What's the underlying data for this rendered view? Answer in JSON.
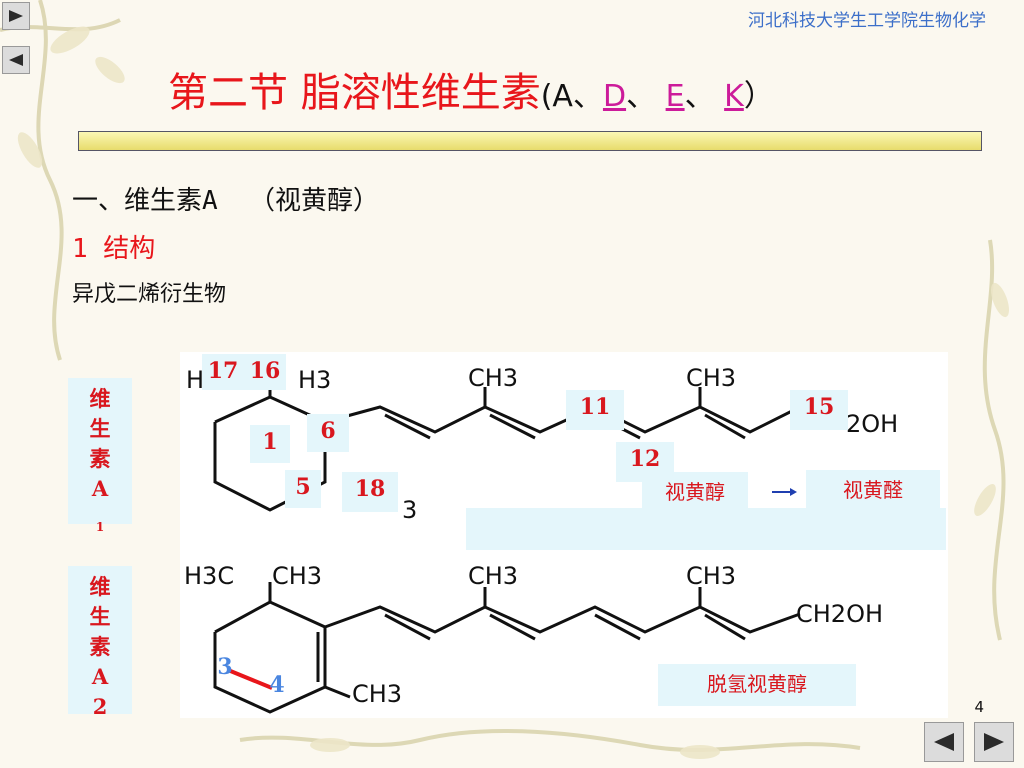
{
  "header": {
    "school": "河北科技大学生工学院生物化学"
  },
  "title": {
    "main": "第二节 脂溶性维生素",
    "open": "(A、",
    "link_d": "D",
    "sep1": "、",
    "link_e": "E",
    "sep2": "、",
    "link_k": "K",
    "close": "）"
  },
  "section": {
    "heading": "一、维生素A  （视黄醇）",
    "subheading": "1 结构",
    "desc": "异戊二烯衍生物"
  },
  "labels": {
    "a1_text": "维生素A",
    "a1_sub": "1",
    "a2_text": "维生素A2"
  },
  "numbers": [
    "17",
    "16",
    "1",
    "6",
    "5",
    "18",
    "11",
    "12",
    "15",
    "3",
    "4"
  ],
  "names": {
    "retinol": "视黄醇",
    "retinal": "视黄醛",
    "dehydroretinol": "脱氢视黄醇"
  },
  "molecule": {
    "ch3": "CH3",
    "h3c": "H3C",
    "ch2oh": "CH2OH",
    "oh": "2OH",
    "h3": "H3",
    "h": "H",
    "frag3": "3"
  },
  "page": {
    "number": "4"
  },
  "nav": {
    "prev_icon": "triangle-right-icon",
    "back_icon": "triangle-left-icon",
    "forward_icon": "triangle-left-icon",
    "next_icon": "triangle-right-icon"
  },
  "colors": {
    "title_red": "#e8161b",
    "link": "#cc1b9a",
    "school_blue": "#3c6fc9",
    "label_bg": "#e4f6fb"
  }
}
